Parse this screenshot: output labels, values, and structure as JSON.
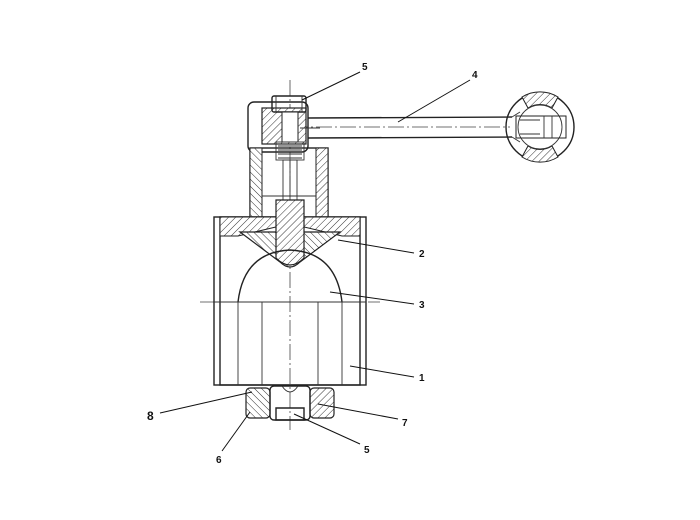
{
  "callouts": {
    "c1": "1",
    "c2": "2",
    "c3": "3",
    "c4": "4",
    "c5_top": "5",
    "c5_bottom": "5",
    "c6": "6",
    "c7": "7",
    "c8": "8"
  }
}
